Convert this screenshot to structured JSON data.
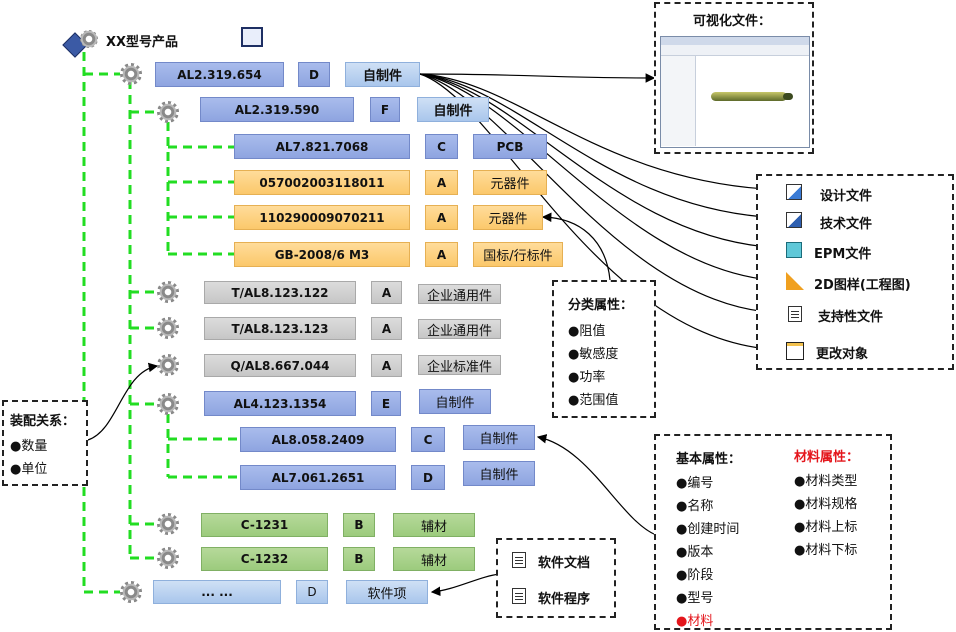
{
  "root": {
    "title": "XX型号产品"
  },
  "rows": [
    {
      "code": "AL2.319.654",
      "ver": "D",
      "type": "自制件"
    },
    {
      "code": "AL2.319.590",
      "ver": "F",
      "type": "自制件"
    },
    {
      "code": "AL7.821.7068",
      "ver": "C",
      "type": "PCB"
    },
    {
      "code": "057002003118011",
      "ver": "A",
      "type": "元器件"
    },
    {
      "code": "110290009070211",
      "ver": "A",
      "type": "元器件"
    },
    {
      "code": "GB-2008/6 M3",
      "ver": "A",
      "type": "国标/行标件"
    },
    {
      "code": "T/AL8.123.122",
      "ver": "A",
      "type": "企业通用件"
    },
    {
      "code": "T/AL8.123.123",
      "ver": "A",
      "type": "企业通用件"
    },
    {
      "code": "Q/AL8.667.044",
      "ver": "A",
      "type": "企业标准件"
    },
    {
      "code": "AL4.123.1354",
      "ver": "E",
      "type": "自制件"
    },
    {
      "code": "AL8.058.2409",
      "ver": "C",
      "type": "自制件"
    },
    {
      "code": "AL7.061.2651",
      "ver": "D",
      "type": "自制件"
    },
    {
      "code": "C-1231",
      "ver": "B",
      "type": "辅材"
    },
    {
      "code": "C-1232",
      "ver": "B",
      "type": "辅材"
    },
    {
      "code": "... ...",
      "ver": "D",
      "type": "软件项"
    }
  ],
  "visual": {
    "title": "可视化文件："
  },
  "docs": [
    {
      "label": "设计文件",
      "icon": "design-doc-icon"
    },
    {
      "label": "技术文件",
      "icon": "tech-doc-icon"
    },
    {
      "label": "EPM文件",
      "icon": "epm-file-icon"
    },
    {
      "label": "2D图样(工程图)",
      "icon": "drawing-icon"
    },
    {
      "label": "支持性文件",
      "icon": "support-doc-icon"
    },
    {
      "label": "更改对象",
      "icon": "change-object-icon"
    }
  ],
  "classify": {
    "title": "分类属性：",
    "items": [
      "●阻值",
      "●敏感度",
      "●功率",
      "●范围值"
    ]
  },
  "assembly": {
    "title": "装配关系：",
    "items": [
      "●数量",
      "●单位"
    ]
  },
  "basic": {
    "title": "基本属性：",
    "items": [
      "●编号",
      "●名称",
      "●创建时间",
      "●版本",
      "●阶段",
      "●型号"
    ],
    "last": "●材料"
  },
  "material": {
    "title": "材料属性：",
    "items": [
      "●材料类型",
      "●材料规格",
      "●材料上标",
      "●材料下标"
    ]
  },
  "software": {
    "items": [
      "软件文档",
      "软件程序"
    ]
  },
  "colors": {
    "connector": "#22dd22",
    "blue": "#8ea4e0",
    "orange": "#fbc86b",
    "gray": "#c6c6c6",
    "green": "#9ccb7d",
    "red": "#e4161c"
  }
}
